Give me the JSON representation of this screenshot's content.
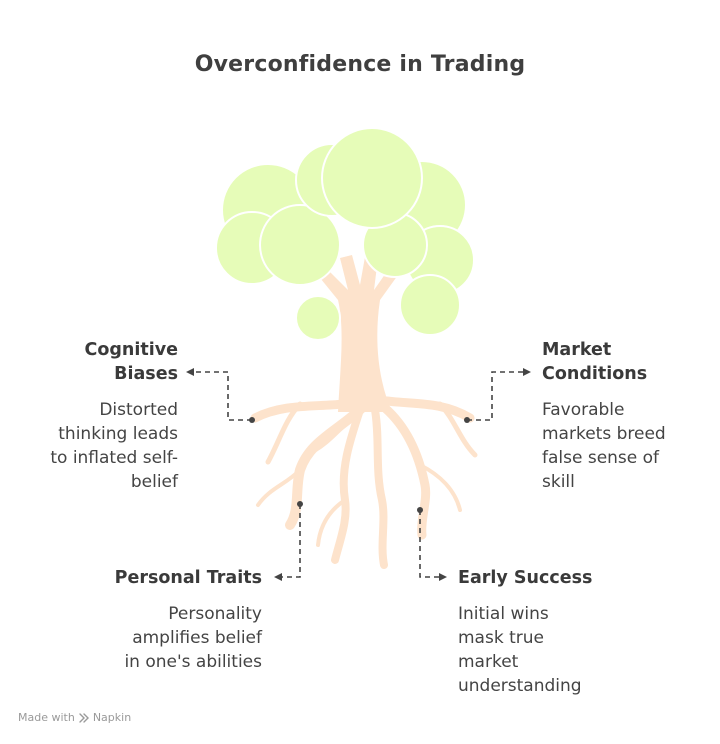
{
  "title": "Overconfidence in Trading",
  "colors": {
    "foliage": "#e6fcb8",
    "foliage_stroke": "#ffffff",
    "trunk": "#fde3cc",
    "connector": "#444444",
    "text": "#3a3a3a"
  },
  "items": [
    {
      "label": "Cognitive\nBiases",
      "description": "Distorted\nthinking leads\nto inflated self-\nbelief"
    },
    {
      "label": "Market\nConditions",
      "description": "Favorable\nmarkets breed\nfalse sense of\nskill"
    },
    {
      "label": "Personal Traits",
      "description": "Personality\namplifies belief\nin one's abilities"
    },
    {
      "label": "Early Success",
      "description": "Initial wins\nmask true\nmarket\nunderstanding"
    }
  ],
  "footer": {
    "made_with": "Made with",
    "brand": "Napkin"
  }
}
